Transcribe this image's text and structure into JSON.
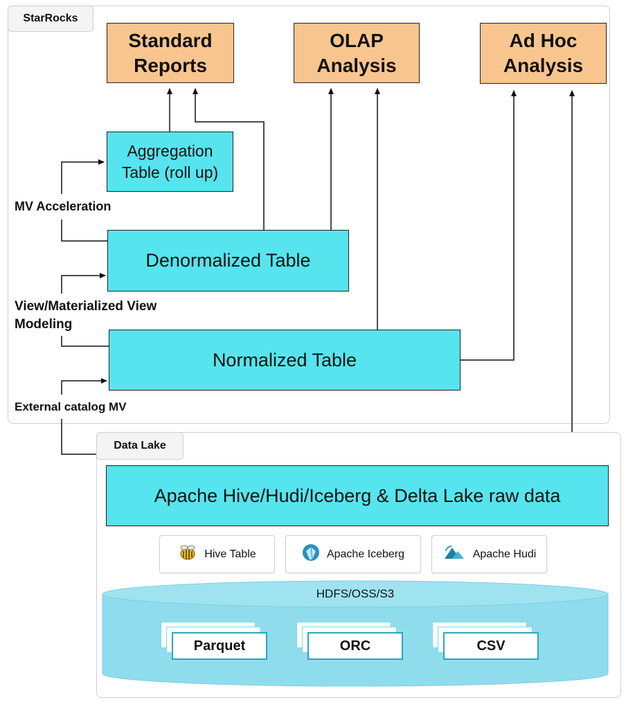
{
  "starrocks": {
    "label": "StarRocks"
  },
  "targets": {
    "standard_reports": "Standard\nReports",
    "olap_analysis": "OLAP\nAnalysis",
    "adhoc_analysis": "Ad Hoc\nAnalysis"
  },
  "tables": {
    "aggregation": "Aggregation\nTable (roll up)",
    "denormalized": "Denormalized Table",
    "normalized": "Normalized Table"
  },
  "side_labels": {
    "mv_acceleration": "MV Acceleration",
    "view_modeling": "View/Materialized View\nModeling",
    "external_catalog": "External catalog MV"
  },
  "data_lake": {
    "label": "Data Lake",
    "raw_data": "Apache Hive/Hudi/Iceberg & Delta Lake raw data",
    "formats": [
      {
        "label": "Hive Table",
        "icon": "hive-bee-icon"
      },
      {
        "label": "Apache Iceberg",
        "icon": "iceberg-icon"
      },
      {
        "label": "Apache Hudi",
        "icon": "hudi-icon"
      }
    ],
    "storage": {
      "label": "HDFS/OSS/S3",
      "files": [
        "Parquet",
        "ORC",
        "CSV"
      ]
    }
  },
  "colors": {
    "target_fill": "#f9c58f",
    "table_fill": "#56e4ee",
    "storage_fill": "#8fddec"
  }
}
